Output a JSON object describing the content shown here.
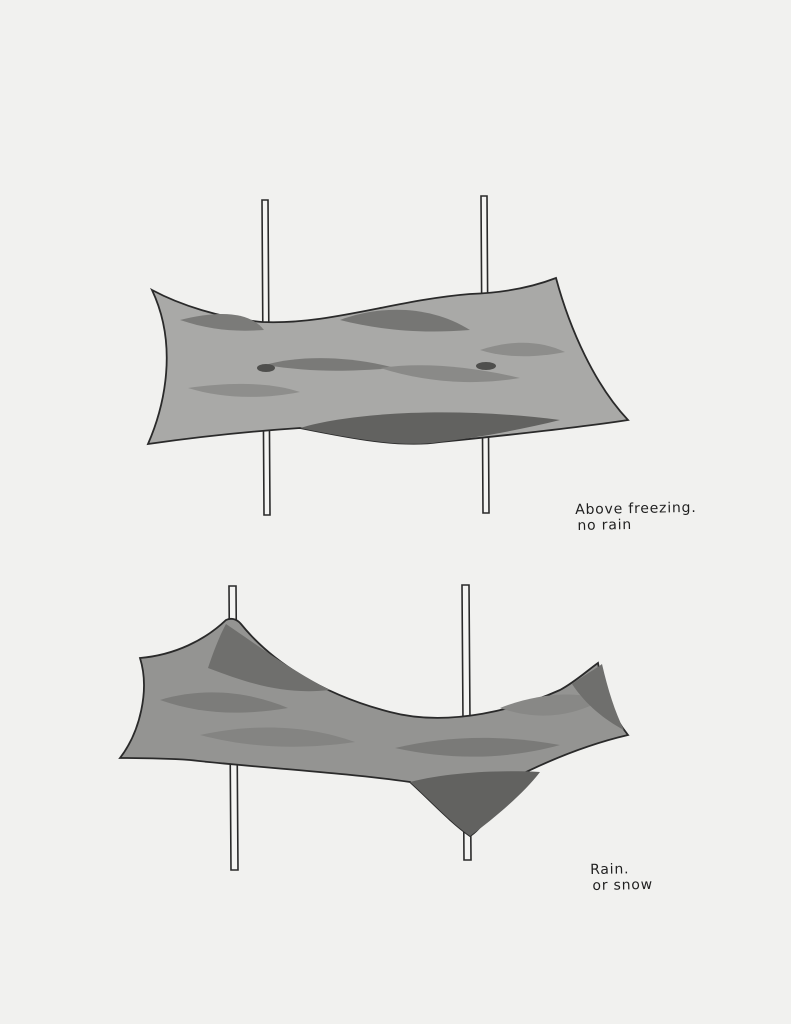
{
  "captions": {
    "top": {
      "line1": "Above freezing.",
      "line2": "no rain"
    },
    "bottom": {
      "line1": "Rain.",
      "line2": "or snow"
    }
  },
  "colors": {
    "paper": "#f1f1ef",
    "ink": "#2a2a2a",
    "tarp_light": "#a8a8a6",
    "tarp_mid": "#8f8f8d",
    "tarp_dark": "#6f6f6d",
    "tarp_shadow": "#585856",
    "pole": "#f4f4f2"
  }
}
